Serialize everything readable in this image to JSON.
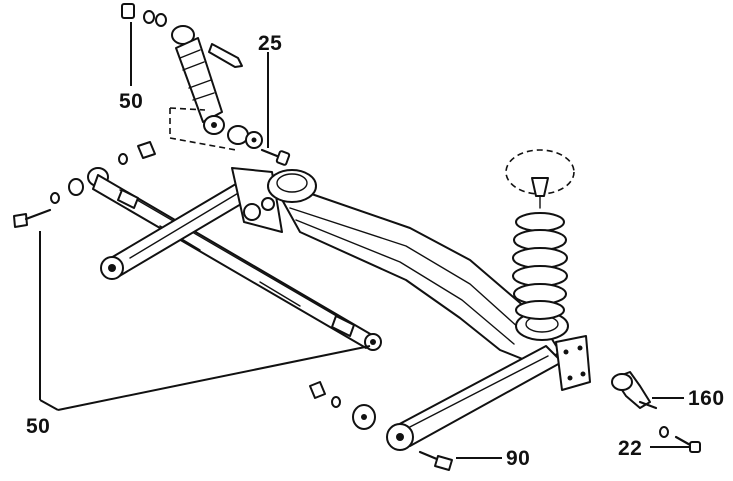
{
  "callouts": {
    "shock_bolt": "25",
    "shock_upper": "50",
    "panhard_rod": "50",
    "bushing_bolt": "90",
    "spindle": "160",
    "spindle_bolt": "22"
  }
}
